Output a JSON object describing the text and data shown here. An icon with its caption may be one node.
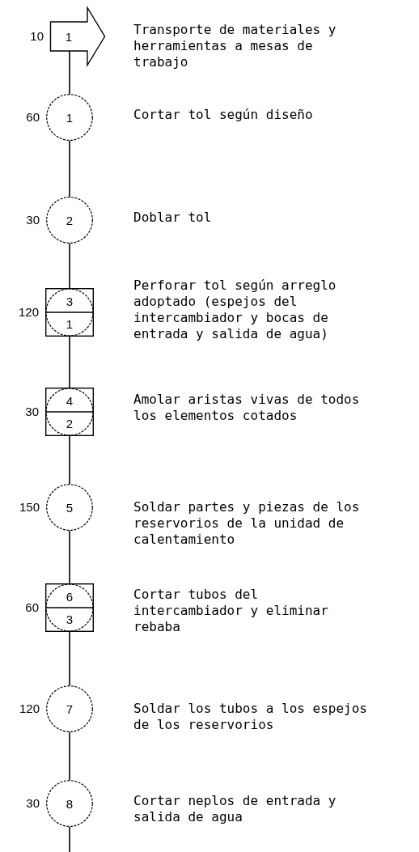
{
  "diagram": {
    "nodes": [
      {
        "text": [
          "1"
        ],
        "beside": [
          "10",
          "Transporte de materiales y herramientas a mesas de trabajo"
        ]
      },
      {
        "text": [
          "1"
        ],
        "beside": [
          "60",
          "Cortar tol según diseño"
        ]
      },
      {
        "text": [
          "2"
        ],
        "beside": [
          "30",
          "Doblar tol"
        ]
      },
      {
        "text": [
          "3",
          "1"
        ],
        "beside": [
          "120",
          "Perforar tol según arreglo adoptado (espejos del intercambiador y bocas de entrada y salida de agua)"
        ]
      },
      {
        "text": [
          "4",
          "2"
        ],
        "beside": [
          "30",
          "Amolar aristas vivas de todos los elementos cotados"
        ]
      },
      {
        "text": [
          "5"
        ],
        "beside": [
          "150",
          "Soldar partes y piezas de los reservorios de la unidad de calentamiento"
        ]
      },
      {
        "text": [
          "6",
          "3"
        ],
        "beside": [
          "60",
          "Cortar tubos del intercambiador y eliminar rebaba"
        ]
      },
      {
        "text": [
          "7"
        ],
        "beside": [
          "120",
          "Soldar los tubos a los espejos de los reservorios"
        ]
      },
      {
        "text": [
          "8"
        ],
        "beside": [
          "30",
          "Cortar neplos de entrada y salida de agua"
        ]
      }
    ],
    "edges": [
      {
        "from": 0,
        "to": 1,
        "arrow": "none"
      },
      {
        "from": 1,
        "to": 2,
        "arrow": "none"
      },
      {
        "from": 2,
        "to": 3,
        "arrow": "none"
      },
      {
        "from": 3,
        "to": 4,
        "arrow": "none"
      },
      {
        "from": 4,
        "to": 5,
        "arrow": "none"
      },
      {
        "from": 5,
        "to": 6,
        "arrow": "none"
      },
      {
        "from": 6,
        "to": 7,
        "arrow": "none"
      },
      {
        "from": 7,
        "to": 8,
        "arrow": "none"
      },
      {
        "from": 8,
        "to": null,
        "arrow": "none"
      }
    ]
  }
}
